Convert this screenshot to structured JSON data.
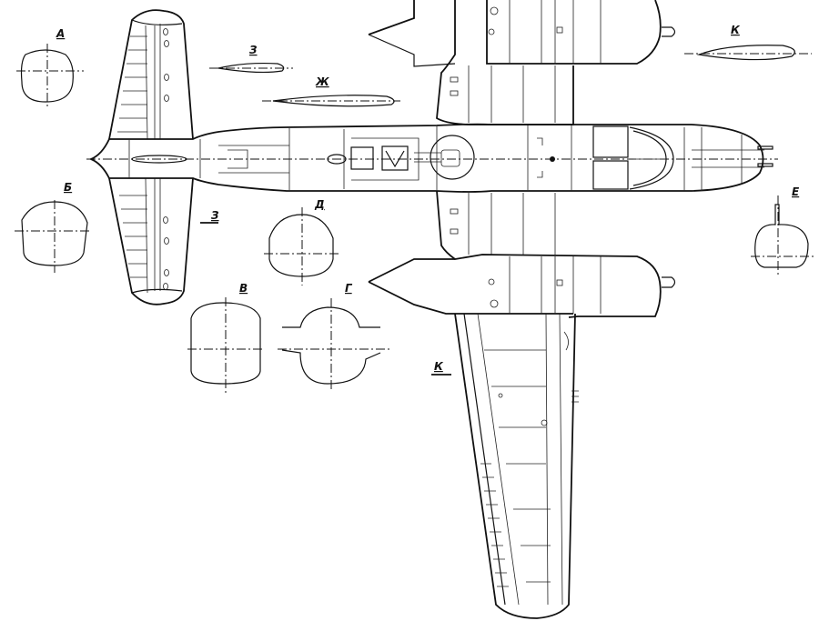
{
  "diagram": {
    "type": "aircraft-plan-view-line-drawing",
    "view": "top plan view, nose pointing right",
    "background": "#ffffff",
    "line_color": "#111111",
    "components": [
      "tailplane",
      "fuselage",
      "canopy",
      "dorsal turret",
      "left engine nacelle",
      "right engine nacelle",
      "port wing (lower)",
      "starboard wing stubs (upper)",
      "nose guns"
    ]
  },
  "section_labels": {
    "A": "А",
    "B": "Б",
    "V": "В",
    "G": "Г",
    "D": "Д",
    "E": "Е",
    "Zh": "Ж",
    "Z_top": "З",
    "Z_side": "З",
    "K_top": "К",
    "K_wing": "К"
  },
  "sections": [
    {
      "id": "A",
      "shape": "rounded fuselage cross-section"
    },
    {
      "id": "B",
      "shape": "rounded fuselage cross-section"
    },
    {
      "id": "V",
      "shape": "rounded rectangle cross-section"
    },
    {
      "id": "G",
      "shape": "cross-section with wing roots"
    },
    {
      "id": "D",
      "shape": "rounded fuselage cross-section"
    },
    {
      "id": "E",
      "shape": "nose cross-section with gun"
    },
    {
      "id": "Zh",
      "shape": "airfoil profile"
    },
    {
      "id": "Z",
      "shape": "airfoil profile (tailplane)"
    },
    {
      "id": "K",
      "shape": "airfoil profile (wing)"
    }
  ]
}
